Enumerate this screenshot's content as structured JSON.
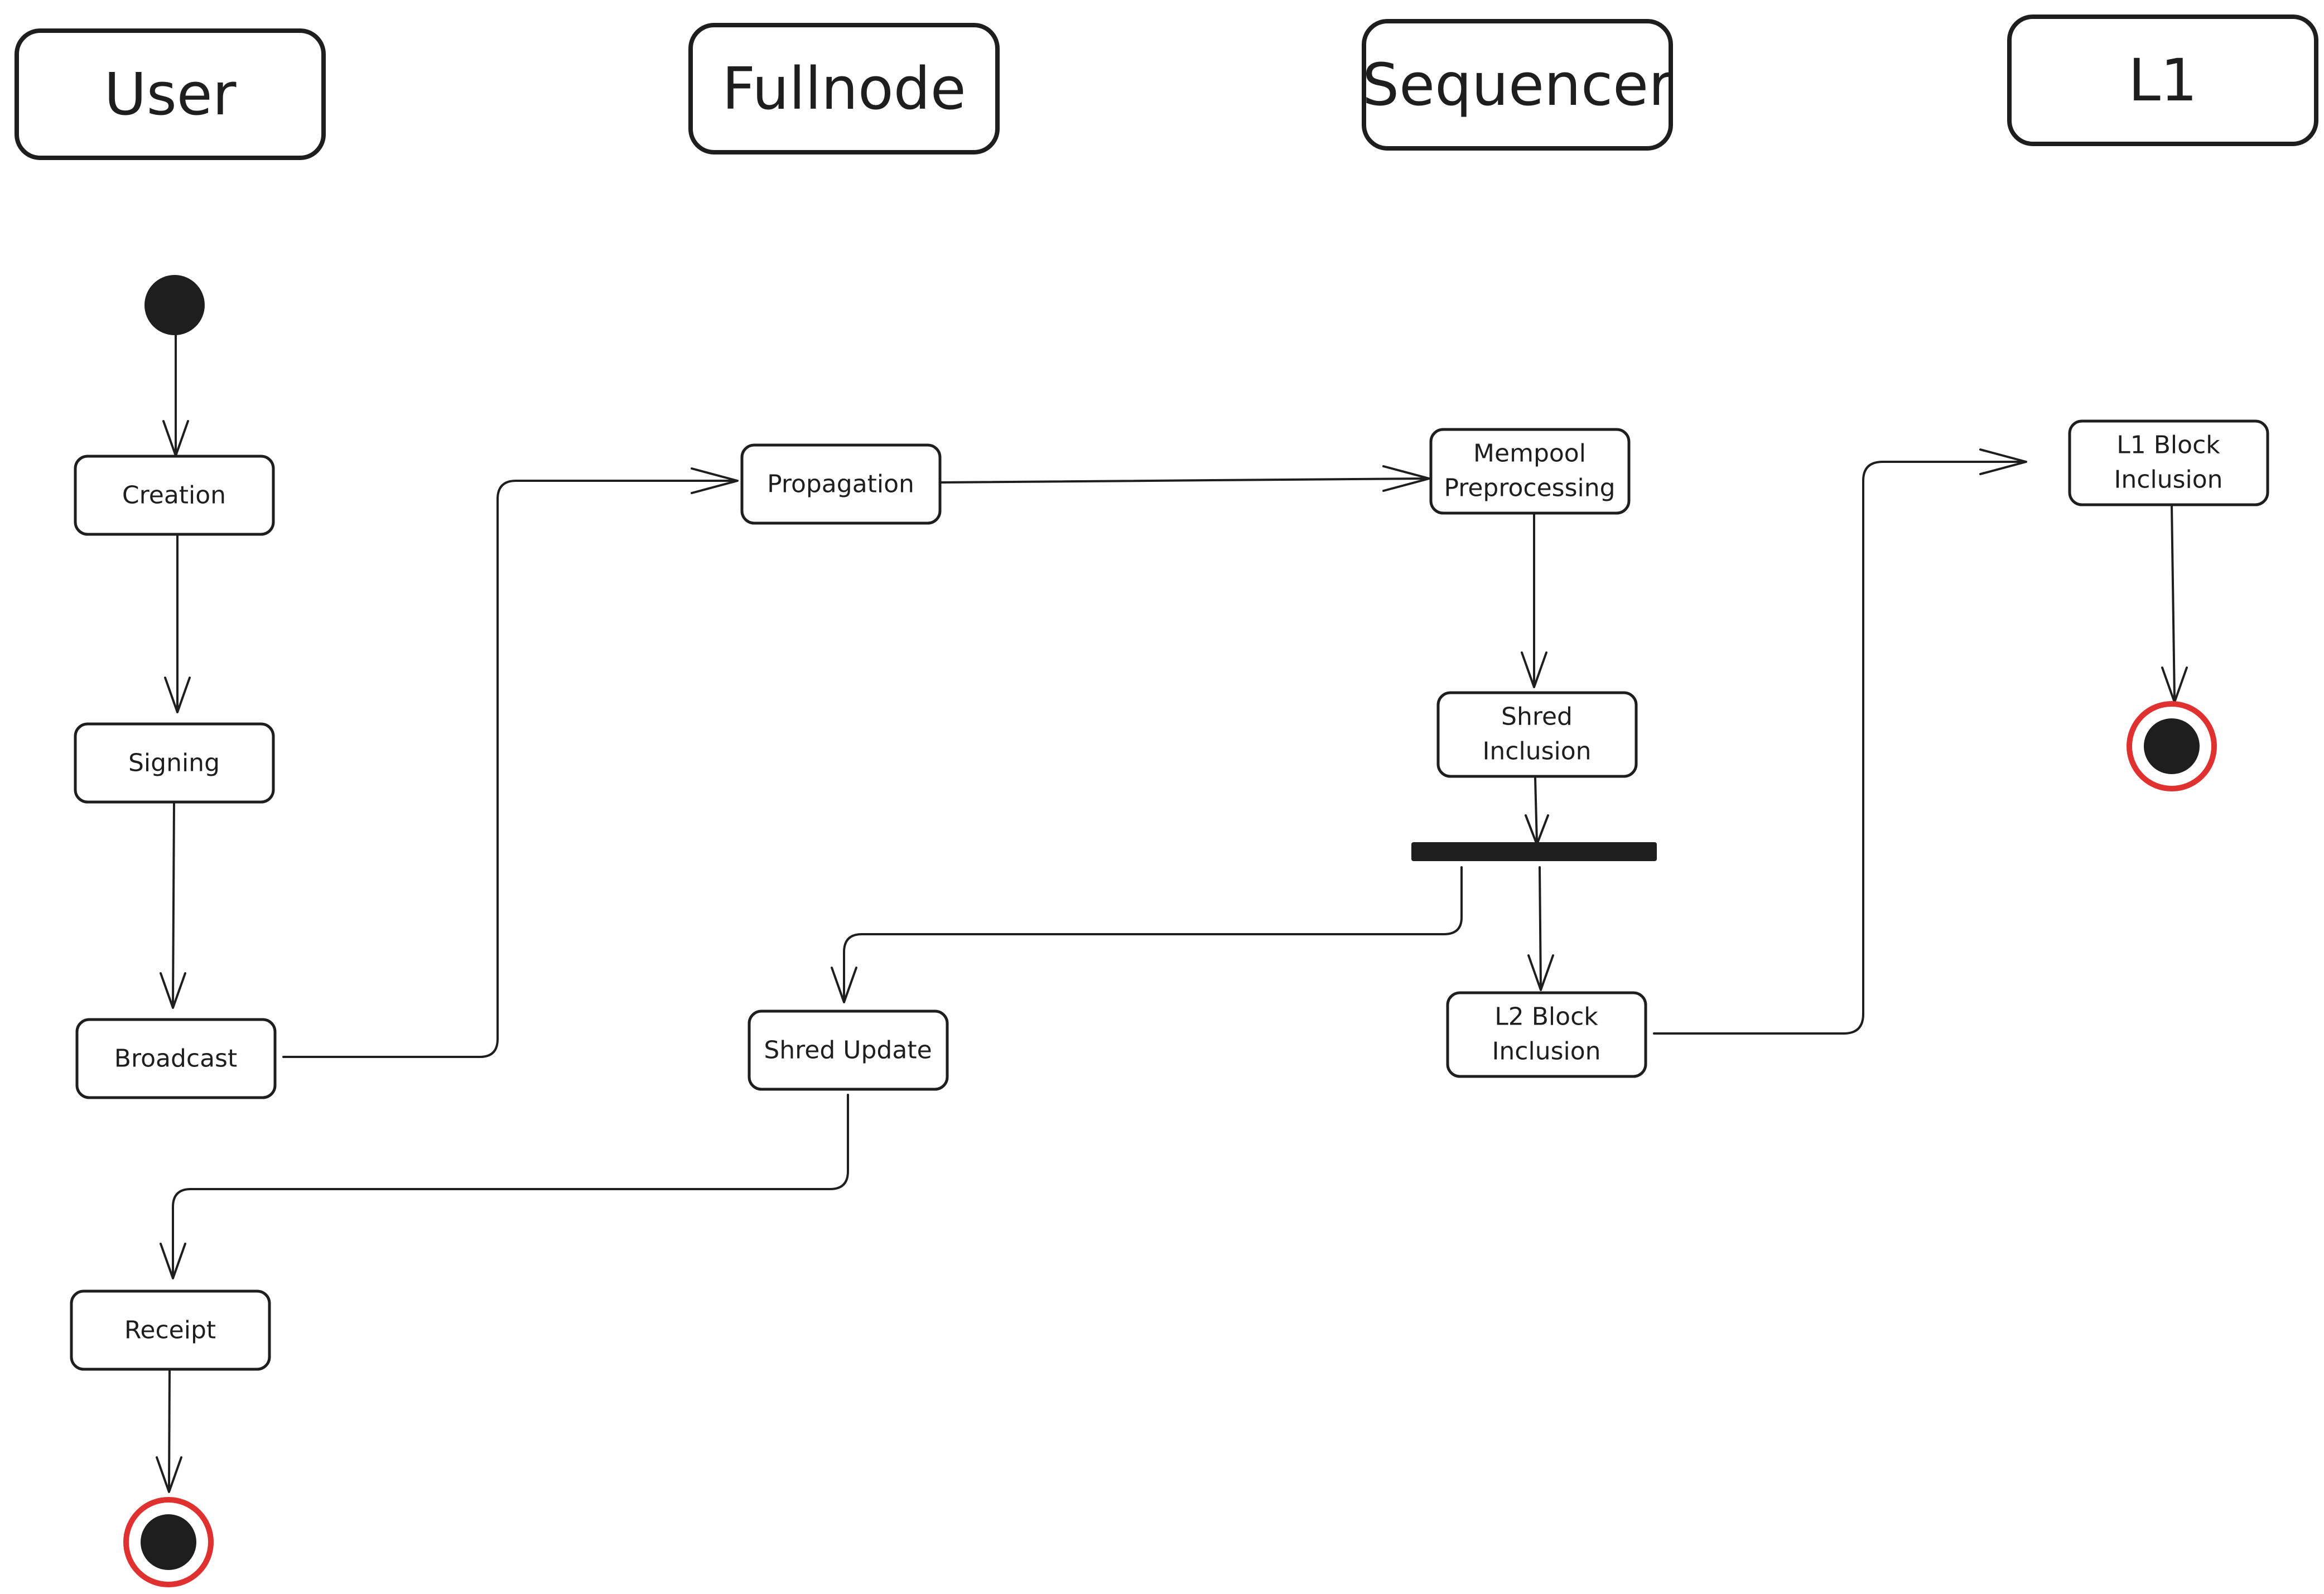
{
  "lanes": {
    "user": "User",
    "fullnode": "Fullnode",
    "sequencer": "Sequencer",
    "l1": "L1"
  },
  "nodes": {
    "creation": [
      "Creation"
    ],
    "signing": [
      "Signing"
    ],
    "broadcast": [
      "Broadcast"
    ],
    "receipt": [
      "Receipt"
    ],
    "propagation": [
      "Propagation"
    ],
    "shred_update": [
      "Shred Update"
    ],
    "mempool_preprocessing": [
      "Mempool",
      "Preprocessing"
    ],
    "shred_inclusion": [
      "Shred",
      "Inclusion"
    ],
    "l2_block_inclusion": [
      "L2 Block",
      "Inclusion"
    ],
    "l1_block_inclusion": [
      "L1 Block",
      "Inclusion"
    ]
  },
  "colors": {
    "stroke": "#1e1e1e",
    "final_ring": "#e03131",
    "background": "#ffffff"
  }
}
